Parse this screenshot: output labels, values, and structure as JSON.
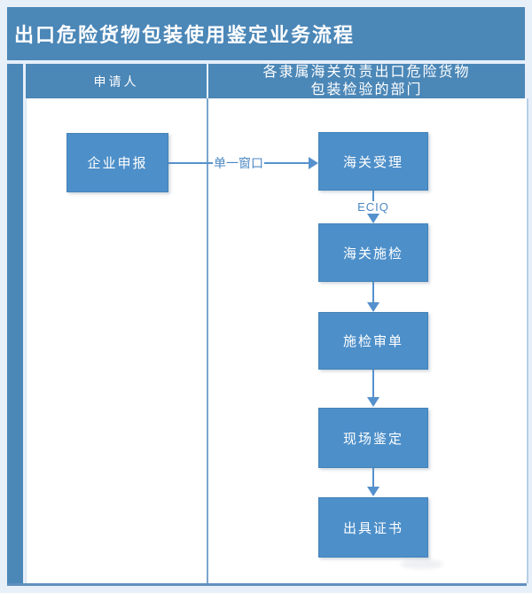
{
  "page": {
    "title": "出口危险货物包装使用鉴定业务流程"
  },
  "lanes": {
    "applicant": {
      "label": "申请人"
    },
    "department": {
      "label_line1": "各隶属海关负责出口危险货物",
      "label_line2": "包装检验的部门"
    }
  },
  "flow": {
    "applicant_box": "企业申报",
    "connector_label": "单一窗口",
    "eciq_label": "ECIQ",
    "steps": [
      "海关受理",
      "海关施检",
      "施检审单",
      "现场鉴定",
      "出具证书"
    ]
  },
  "colors": {
    "banner_blue": "#4b87b7",
    "box_fill_blue": "#4d8fc9",
    "box_border_blue": "#4383b8",
    "connector_blue": "#5591cc",
    "label_text_blue": "#4c87c4",
    "lane_divider_blue": "#7aa5cb",
    "frame_blue": "#6090bf",
    "page_background": "#e7eff9",
    "body_background": "#ffffff",
    "text_white": "#ffffff"
  }
}
